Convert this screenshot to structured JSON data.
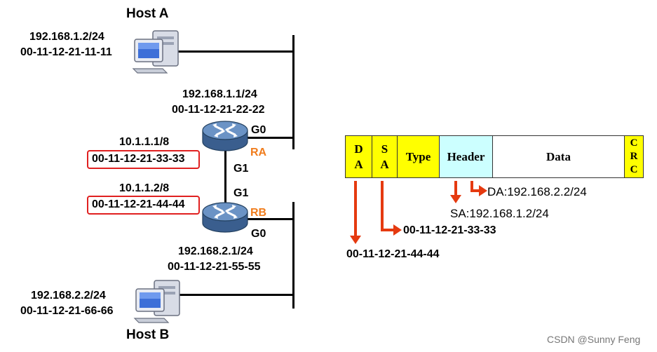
{
  "hosts": {
    "a": {
      "name": "Host A",
      "ip": "192.168.1.2/24",
      "mac": "00-11-12-21-11-11"
    },
    "b": {
      "name": "Host B",
      "ip": "192.168.2.2/24",
      "mac": "00-11-12-21-66-66"
    }
  },
  "routers": {
    "ra": {
      "name": "RA",
      "g0_label": "G0",
      "g0_ip": "192.168.1.1/24",
      "g0_mac": "00-11-12-21-22-22",
      "g1_label": "G1",
      "g1_ip": "10.1.1.1/8",
      "g1_mac": "00-11-12-21-33-33"
    },
    "rb": {
      "name": "RB",
      "g0_label": "G0",
      "g0_ip": "192.168.2.1/24",
      "g0_mac": "00-11-12-21-55-55",
      "g1_label": "G1",
      "g1_ip": "10.1.1.2/8",
      "g1_mac": "00-11-12-21-44-44"
    }
  },
  "frame": {
    "cells": {
      "da": [
        "D",
        "A"
      ],
      "sa": [
        "S",
        "A"
      ],
      "type": "Type",
      "header": "Header",
      "data": "Data",
      "crc": [
        "C",
        "R",
        "C"
      ]
    },
    "colors": {
      "mac_fields": "#ffff00",
      "header": "#ccffff",
      "data": "#ffffff",
      "arrow": "#e53a10",
      "highlight": "#e02020",
      "router_name": "#f07c1c"
    },
    "annotations": {
      "da_value": "00-11-12-21-44-44",
      "sa_value": "00-11-12-21-33-33",
      "ip_sa": "SA:192.168.1.2/24",
      "ip_da": "DA:192.168.2.2/24"
    }
  },
  "watermark": "CSDN @Sunny Feng"
}
